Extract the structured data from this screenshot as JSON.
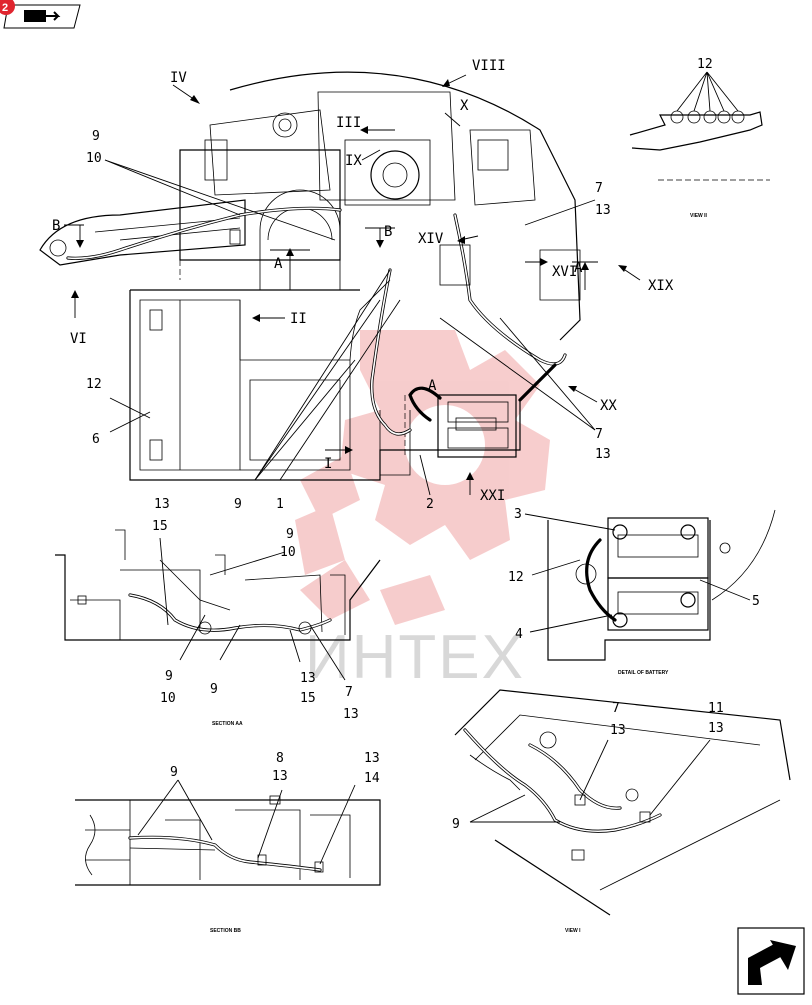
{
  "header": {
    "page_badge": "2"
  },
  "watermark": {
    "text": "ИНТЕХ"
  },
  "main_view": {
    "roman_labels": [
      "IV",
      "VIII",
      "X",
      "III",
      "IX",
      "XIV",
      "XVI",
      "XIX",
      "XX",
      "XXI",
      "VI",
      "II",
      "I",
      "A",
      "A",
      "A",
      "B",
      "B"
    ],
    "part_labels": {
      "p9": "9",
      "p10": "10",
      "p12": "12",
      "p6": "6",
      "p7a": "7",
      "p13a": "13",
      "p7b": "7",
      "p13b": "13",
      "p9b": "9",
      "p1": "1",
      "p2": "2"
    }
  },
  "view_ii": {
    "caption": "VIEW II",
    "label_12": "12"
  },
  "detail_battery": {
    "caption": "DETAIL OF BATTERY",
    "labels": {
      "p3": "3",
      "p12": "12",
      "p4": "4",
      "p5": "5"
    }
  },
  "section_aa": {
    "caption": "SECTION AA",
    "labels": {
      "p13": "13",
      "p15": "15",
      "p9a": "9",
      "p10a": "10",
      "p9b": "9",
      "p10b": "10",
      "p9c": "9",
      "p13b": "13",
      "p15b": "15",
      "p7": "7",
      "p13c": "13"
    }
  },
  "section_bb": {
    "caption": "SECTION BB",
    "labels": {
      "p9": "9",
      "p8": "8",
      "p13a": "13",
      "p13b": "13",
      "p14": "14"
    }
  },
  "view_i": {
    "caption": "VIEW I",
    "labels": {
      "p7": "7",
      "p13a": "13",
      "p11": "11",
      "p13b": "13",
      "p9": "9"
    }
  },
  "nav": {
    "prev_icon": "book-arrow-icon",
    "next_icon": "next-page-arrow-icon"
  }
}
